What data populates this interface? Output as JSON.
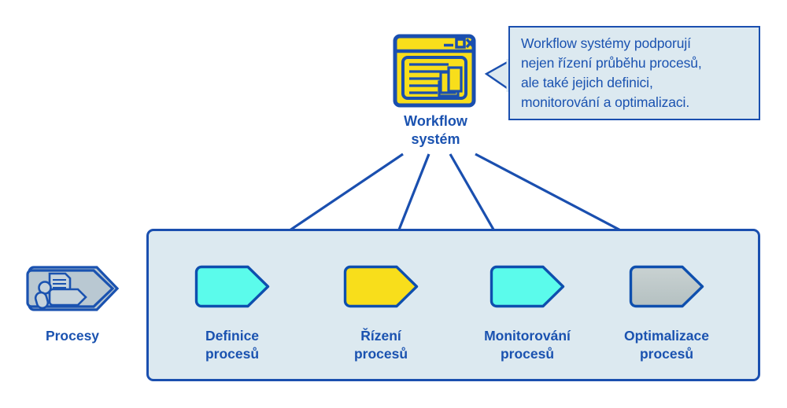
{
  "diagram": {
    "callout": {
      "text": "Workflow systémy podporují\nnejen řízení průběhu procesů,\nale také jejich definici,\nmonitorování a optimalizaci.",
      "background_color": "#DCE9F0",
      "border_color": "#1A4FAF"
    },
    "workflow_system": {
      "label": "Workflow\nsystém",
      "icon_name": "workflow-window-icon",
      "icon_fill": "#F8DE1B",
      "icon_stroke": "#1A4FAF"
    },
    "source": {
      "label": "Procesy",
      "icon_name": "processes-arrow-icon",
      "fill": "#B9C8D2",
      "stroke": "#1A52B0"
    },
    "container": {
      "background_color": "#DCE9F0",
      "border_color": "#1A4FAF"
    },
    "processes": [
      {
        "label": "Definice\nprocesů",
        "color": "#5BFBEB",
        "stroke": "#0E4FAE"
      },
      {
        "label": "Řízení\nprocesů",
        "color": "#F8DE1B",
        "stroke": "#0E4FAE"
      },
      {
        "label": "Monitorování\nprocesů",
        "color": "#5BFBEB",
        "stroke": "#0E4FAE"
      },
      {
        "label": "Optimalizace\nprocesů",
        "color": "#BCC8C9",
        "stroke": "#0E4FAE"
      }
    ],
    "arrows": {
      "count": 4,
      "color": "#1A4FAF",
      "description": "four arrows fanning from Workflow systém down to each process shape"
    },
    "text_color": "#1A52B0"
  }
}
